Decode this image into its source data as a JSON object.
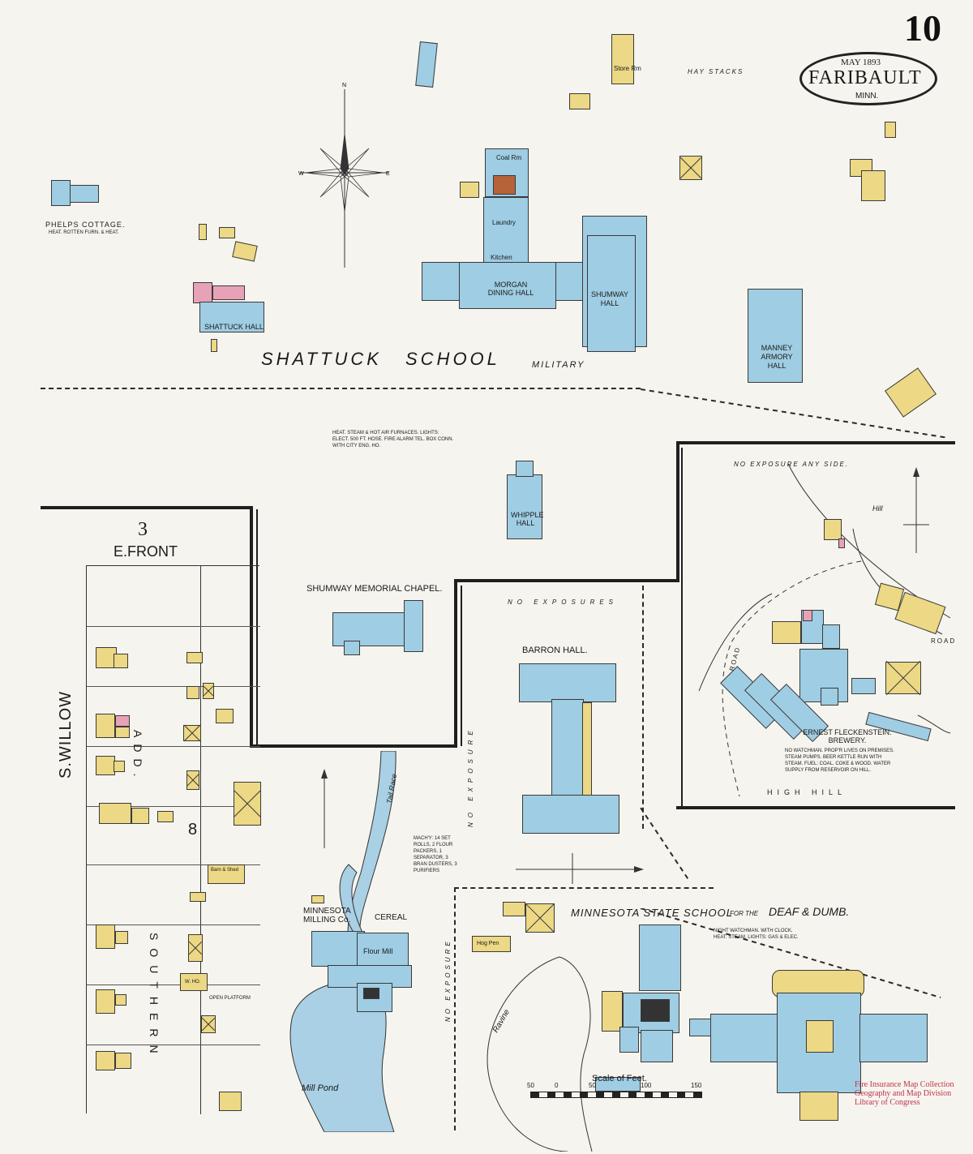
{
  "header": {
    "sheet_number": "10",
    "date": "MAY 1893",
    "city": "FARIBAULT",
    "state": "MINN."
  },
  "labels": {
    "shattuck_school": "SHATTUCK",
    "school_word": "SCHOOL",
    "military": "MILITARY",
    "phelps_cottage": "PHELPS COTTAGE.",
    "phelps_note": "HEAT. ROTTEN FURN. & HEAT.",
    "shattuck_hall": "SHATTUCK HALL",
    "morgan_dining_hall": "MORGAN DINING HALL",
    "kitchen": "Kitchen",
    "laundry": "Laundry",
    "coal_rm": "Coal Rm",
    "shumway_hall": "SHUMWAY HALL",
    "manney_armory_hall": "MANNEY ARMORY HALL",
    "store_rm": "Store Rm",
    "hay_stacks": "HAY STACKS",
    "whipple_hall": "WHIPPLE HALL",
    "heat_note": "HEAT. STEAM & HOT AIR FURNACES. LIGHTS: ELECT. 500 FT. HOSE. FIRE ALARM TEL. BOX CONN. WITH CITY ENG. HO.",
    "shumway_memorial_chapel": "SHUMWAY MEMORIAL CHAPEL.",
    "e_front": "E.FRONT",
    "block_3": "3",
    "block_8": "8",
    "s_willow": "S.WILLOW",
    "add": "ADD.",
    "southern": "SOUTHERN",
    "barron_hall": "BARRON HALL.",
    "no_exposures": "NO EXPOSURES",
    "no_exposure": "NO EXPOSURE",
    "no_exposure_any_side": "NO EXPOSURE ANY SIDE.",
    "minnesota_state_school": "MINNESOTA STATE SCHOOL",
    "for_the": "FOR THE",
    "deaf_dumb": "DEAF & DUMB.",
    "minnesota_milling": "MINNESOTA MILLING Co.",
    "cereal": "CEREAL",
    "flour_mill": "Flour Mill",
    "tail_race": "Tail Race",
    "mill_pond": "Mill Pond",
    "ravine": "Ravine",
    "brewery": "ERNEST FLECKENSTEIN. BREWERY.",
    "road": "ROAD",
    "high_hill": "HIGH HILL",
    "hill": "Hill",
    "scale_of_feet": "Scale of Feet.",
    "barn_shed": "Barn & Shed",
    "w_ho": "W. HO.",
    "open_platform": "OPEN PLATFORM",
    "hog_pen": "Hog Pen",
    "mill_note": "MACH'Y: 14 SET ROLLS, 2 FLOUR PACKERS, 1 SEPARATOR, 3 BRAN DUSTERS, 3 PURIFIERS",
    "deaf_note": "NIGHT WATCHMAN. WITH CLOCK. HEAT: STEAM. LIGHTS: GAS & ELEC.",
    "brewery_note": "NO WATCHMAN. PROP'R LIVES ON PREMISES. STEAM PUMPS. BEER KETTLE RUN WITH STEAM. FUEL: COAL, COKE & WOOD. WATER SUPPLY FROM RESERVOIR ON HILL.",
    "stamp": [
      "Fire Insurance Map Collection",
      "Geography and Map Division",
      "Library of Congress"
    ]
  },
  "scale": {
    "ticks": [
      "50",
      "0",
      "50",
      "100",
      "150"
    ]
  },
  "colors": {
    "brick": "#ecd885",
    "stone": "#9fcde3",
    "frame_yellow": "#ecd885",
    "special": "#e8a2b8",
    "paper": "#f6f4ee"
  }
}
